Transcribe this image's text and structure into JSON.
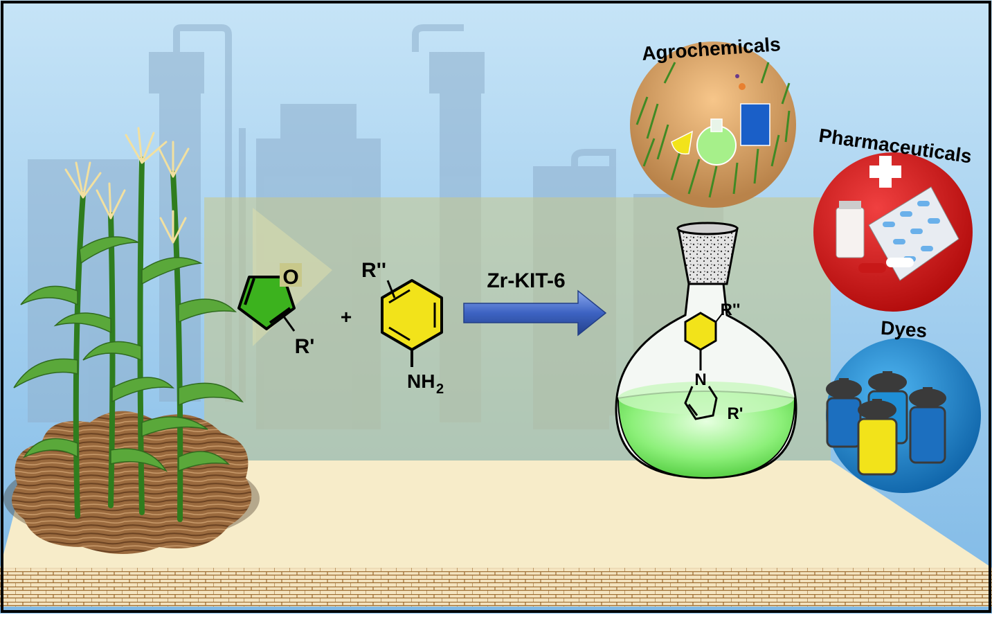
{
  "reaction": {
    "furan_o": "O",
    "furan_sub": "R'",
    "plus": "+",
    "aniline_sub": "R''",
    "aniline_nh": "NH",
    "aniline_two": "2",
    "catalyst": "Zr-KIT-6",
    "product_sub_top": "R''",
    "product_n": "N",
    "product_sub": "R'"
  },
  "applications": [
    {
      "label": "Agrochemicals"
    },
    {
      "label": "Pharmaceuticals"
    },
    {
      "label": "Dyes"
    }
  ],
  "colors": {
    "furan": "#3cb21e",
    "aniline": "#f2e31a",
    "arrow": "#3d63c2",
    "flask_liquid": "#8ef27a",
    "pharma_circle": "#e01616",
    "dyes_circle": "#1f8fd6",
    "sky_top": "#c5e3f7",
    "floor": "#f7ecc9"
  }
}
